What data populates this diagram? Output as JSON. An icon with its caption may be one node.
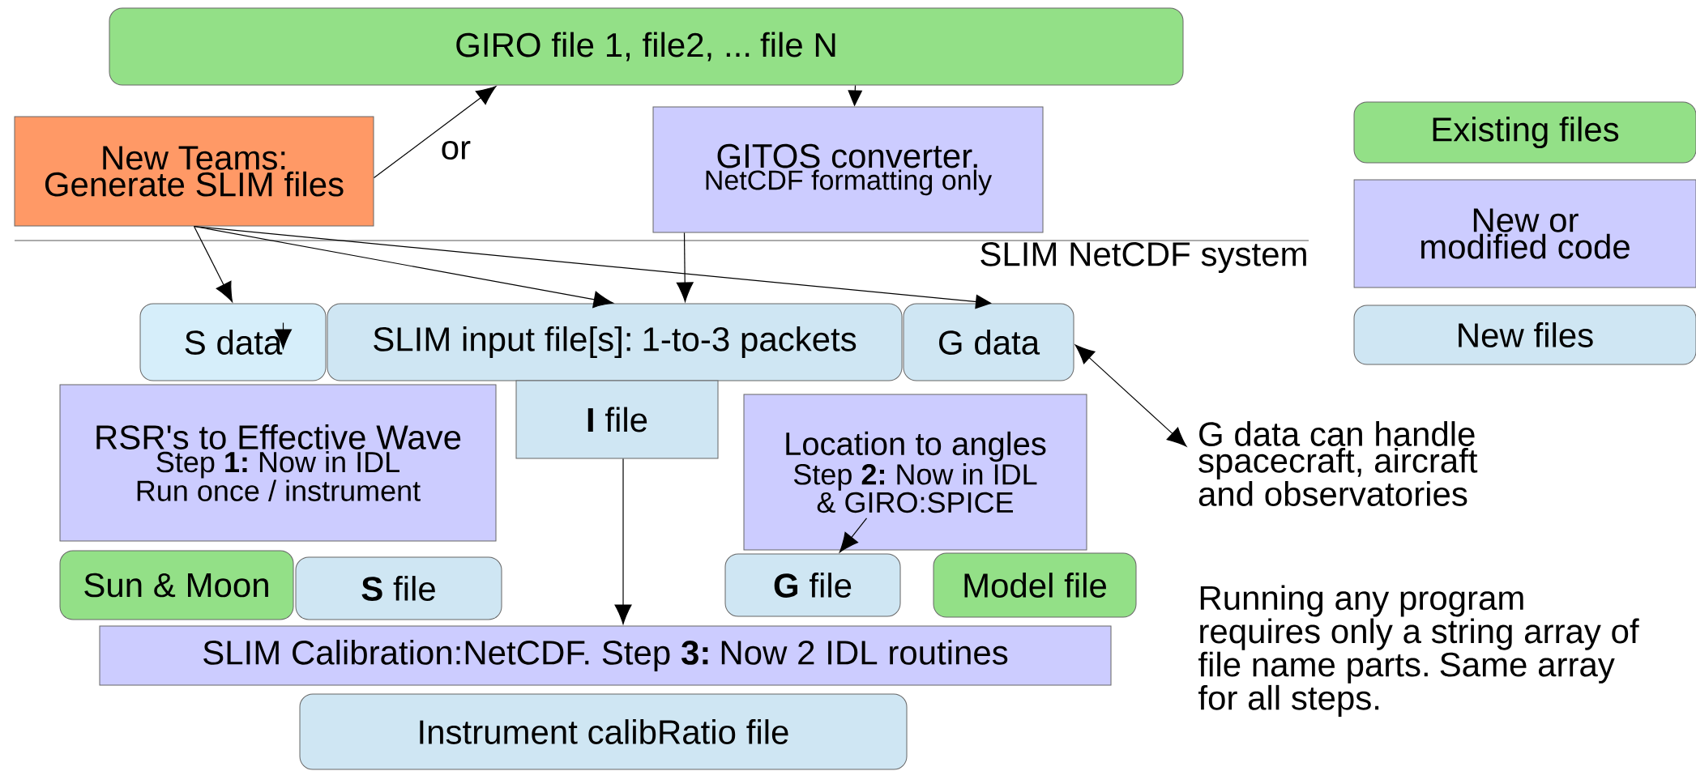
{
  "diagram": {
    "nodes": [
      {
        "text": [
          "GIRO file 1, file2, ... file N"
        ]
      },
      {
        "text": [
          "New Teams: Generate SLIM files"
        ]
      },
      {
        "text": [
          "GITOS converter.",
          "NetCDF formatting only"
        ]
      },
      {
        "text": [
          "S data"
        ]
      },
      {
        "text": [
          "SLIM input file[s]: 1-to-3 packets"
        ]
      },
      {
        "text": [
          "G data"
        ]
      },
      {
        "text": [
          "RSR's to Effective Wave",
          "Step **1:** Now in IDL",
          "Run once / instrument"
        ]
      },
      {
        "text": [
          "**I** file"
        ]
      },
      {
        "text": [
          "Location to angles",
          "Step **2:** Now in IDL & GIRO:SPICE"
        ]
      },
      {
        "text": [
          "Sun & Moon"
        ]
      },
      {
        "text": [
          "**S** file"
        ]
      },
      {
        "text": [
          "**G** file"
        ]
      },
      {
        "text": [
          "Model file"
        ]
      },
      {
        "text": [
          "SLIM Calibration:NetCDF. Step **3:** Now 2 IDL routines"
        ]
      },
      {
        "text": [
          "Instrument calibRatio file"
        ]
      },
      {
        "text": [
          "G data can handle spacecraft, aircraft and observatories"
        ]
      }
    ],
    "edges": [
      {
        "from": 1,
        "to": 0,
        "arrow": "to",
        "label": "or"
      },
      {
        "from": 0,
        "to": 2,
        "arrow": "to"
      },
      {
        "from": 1,
        "to": 3,
        "arrow": "to"
      },
      {
        "from": 1,
        "to": 4,
        "arrow": "to"
      },
      {
        "from": 1,
        "to": 5,
        "arrow": "to"
      },
      {
        "from": 2,
        "to": 4,
        "arrow": "to"
      },
      {
        "from": 3,
        "to": null,
        "arrow": "to"
      },
      {
        "from": 7,
        "to": 13,
        "arrow": "to"
      },
      {
        "from": 8,
        "to": 11,
        "arrow": "to"
      },
      {
        "from": 5,
        "to": 15,
        "arrow": "both"
      }
    ],
    "labels": [
      "SLIM NetCDF system",
      "Running any program requires only a string array of file name parts. Same array for all steps."
    ],
    "legend": [
      {
        "text": "Existing files",
        "color": "#93e087"
      },
      {
        "text": "New or modified code",
        "color": "#ccccff"
      },
      {
        "text": "New files",
        "color": "#cfe6f3"
      }
    ]
  }
}
